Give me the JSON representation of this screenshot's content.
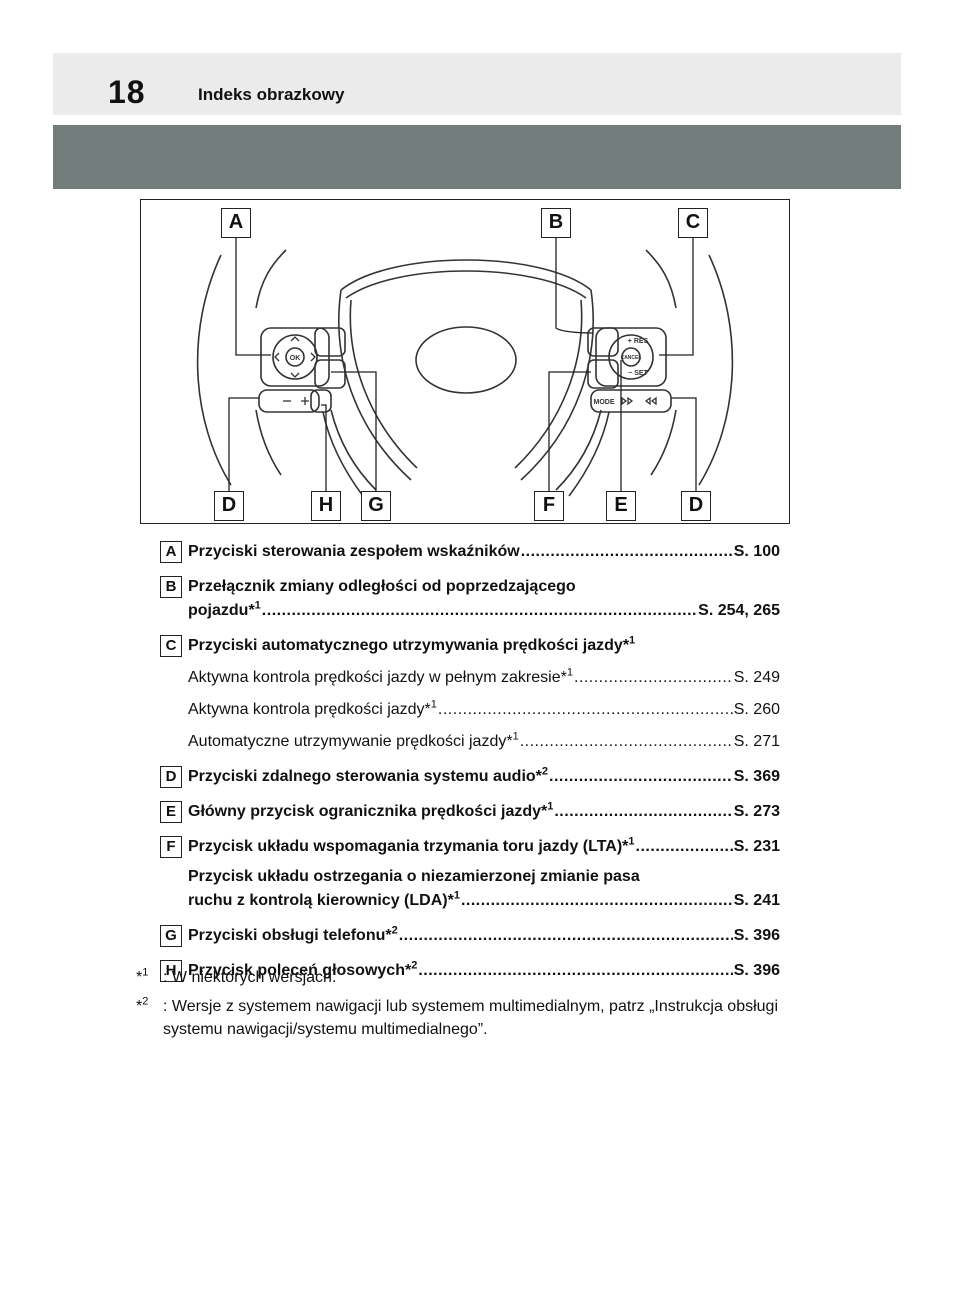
{
  "header": {
    "page_number": "18",
    "section_title": "Indeks obrazkowy"
  },
  "figure": {
    "labels_top": [
      "A",
      "B",
      "C"
    ],
    "labels_bottom": [
      "D",
      "H",
      "G",
      "F",
      "E",
      "D"
    ],
    "buttons": {
      "ok": "OK",
      "res": "+ RES",
      "cancel": "CANCEL",
      "set": "− SET",
      "mode": "MODE"
    }
  },
  "entries": [
    {
      "key": "A",
      "lines": [
        {
          "text": "Przyciski sterowania zespołem wskaźników",
          "page": "S. 100"
        }
      ]
    },
    {
      "key": "B",
      "first_line": "Przełącznik zmiany odległości od poprzedzającego",
      "lines": [
        {
          "text": "pojazdu*",
          "sup": "1",
          "page": "S. 254, 265"
        }
      ]
    },
    {
      "key": "C",
      "heading": "Przyciski automatycznego utrzymywania prędkości jazdy*",
      "heading_sup": "1",
      "subs": [
        {
          "text": "Aktywna kontrola prędkości jazdy w pełnym zakresie*",
          "sup": "1",
          "page": "S. 249"
        },
        {
          "text": "Aktywna kontrola prędkości jazdy*",
          "sup": "1",
          "page": "S. 260"
        },
        {
          "text": "Automatyczne utrzymywanie prędkości jazdy*",
          "sup": "1",
          "page": "S. 271"
        }
      ]
    },
    {
      "key": "D",
      "lines": [
        {
          "text": "Przyciski zdalnego sterowania systemu audio*",
          "sup": "2",
          "page": "S. 369"
        }
      ]
    },
    {
      "key": "E",
      "lines": [
        {
          "text": "Główny przycisk ogranicznika prędkości jazdy*",
          "sup": "1",
          "page": "S. 273"
        }
      ]
    },
    {
      "key": "F",
      "lines": [
        {
          "text": "Przycisk układu wspomagania trzymania toru jazdy (LTA)*",
          "sup": "1",
          "page": "S. 231"
        }
      ],
      "second_first_line": "Przycisk układu ostrzegania o niezamierzonej zmianie pasa",
      "second_lines": [
        {
          "text": "ruchu z kontrolą kierownicy (LDA)*",
          "sup": "1",
          "page": "S. 241"
        }
      ]
    },
    {
      "key": "G",
      "lines": [
        {
          "text": "Przyciski obsługi telefonu*",
          "sup": "2",
          "page": "S. 396"
        }
      ]
    },
    {
      "key": "H",
      "lines": [
        {
          "text": "Przycisk poleceń głosowych*",
          "sup": "2",
          "page": "S. 396"
        }
      ]
    }
  ],
  "footnotes": [
    {
      "mark": "*",
      "sup": "1",
      "text": ": W niektórych wersjach."
    },
    {
      "mark": "*",
      "sup": "2",
      "text": ": Wersje z systemem nawigacji lub systemem multimedialnym, patrz „Instrukcja obsługi systemu nawigacji/systemu multimedialnego”."
    }
  ]
}
